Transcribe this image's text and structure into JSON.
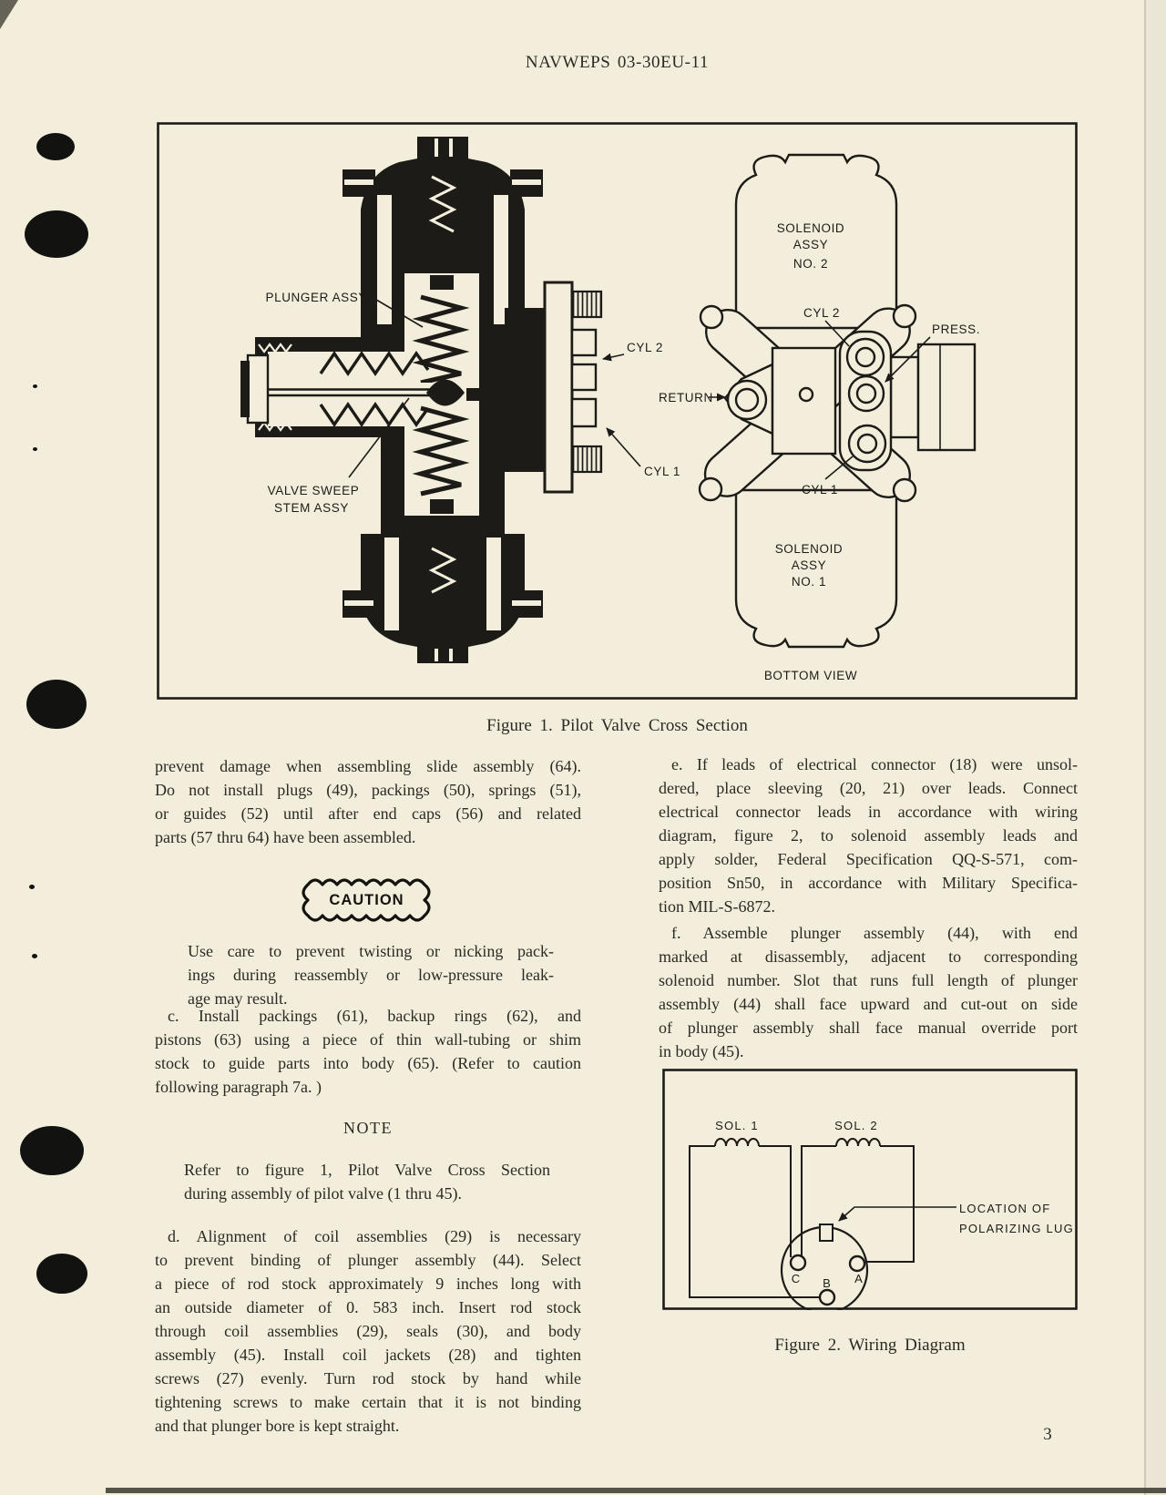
{
  "page": {
    "header": "NAVWEPS 03-30EU-11",
    "page_number": "3"
  },
  "figure1": {
    "caption": "Figure 1.  Pilot Valve Cross Section",
    "labels": {
      "plunger_assy": "PLUNGER ASSY",
      "valve_sweep_1": "VALVE SWEEP",
      "valve_sweep_2": "STEM ASSY",
      "cyl2_section": "CYL 2",
      "return": "RETURN",
      "cyl1_section": "CYL 1",
      "solenoid2_1": "SOLENOID",
      "solenoid2_2": "ASSY",
      "solenoid2_3": "NO. 2",
      "cyl2_bottom": "CYL 2",
      "press": "PRESS.",
      "cyl1_bottom": "CYL 1",
      "solenoid1_1": "SOLENOID",
      "solenoid1_2": "ASSY",
      "solenoid1_3": "NO. 1",
      "bottom_view": "BOTTOM VIEW"
    }
  },
  "content": {
    "left_column": {
      "para_intro": {
        "lines": [
          "prevent damage when assembling slide assembly (64).",
          "Do not install plugs (49), packings (50), springs (51),",
          "or guides (52) until after end caps (56) and related",
          "parts (57 thru 64) have been assembled."
        ]
      },
      "caution_label": "CAUTION",
      "caution_text": {
        "lines": [
          "Use care to prevent twisting or nicking pack-",
          "ings during reassembly or low-pressure leak-",
          "age may result."
        ]
      },
      "para_c": {
        "lines": [
          "c.  Install packings (61), backup rings (62), and",
          "pistons (63) using a piece of thin wall-tubing or shim",
          "stock to guide parts into body (65).  (Refer to caution",
          "following paragraph 7a. )"
        ]
      },
      "note_label": "NOTE",
      "note_text": {
        "lines": [
          "Refer to figure 1, Pilot Valve Cross Section",
          "during assembly of pilot valve (1 thru 45)."
        ]
      },
      "para_d": {
        "lines": [
          "d.  Alignment of coil assemblies (29) is necessary",
          "to prevent binding of plunger assembly (44).  Select",
          "a piece of rod stock approximately 9 inches long with",
          "an outside diameter of 0. 583 inch.  Insert rod stock",
          "through coil assemblies (29), seals (30), and body",
          "assembly (45).  Install coil jackets (28) and tighten",
          "screws (27) evenly.  Turn rod stock by hand while",
          "tightening screws to make certain that it is not binding",
          "and that plunger bore is kept straight."
        ]
      }
    },
    "right_column": {
      "para_e": {
        "lines": [
          "e.  If leads of electrical connector (18) were unsol-",
          "dered, place sleeving (20, 21) over leads.  Connect",
          "electrical connector leads in accordance with wiring",
          "diagram, figure 2, to solenoid assembly leads and",
          "apply solder, Federal Specification QQ-S-571, com-",
          "position Sn50, in accordance with Military Specifica-",
          "tion MIL-S-6872."
        ]
      },
      "para_f": {
        "lines": [
          "f.  Assemble plunger assembly (44), with end",
          "marked at disassembly, adjacent to corresponding",
          "solenoid number.  Slot that runs full length of plunger",
          "assembly (44) shall face upward and cut-out on side",
          "of plunger assembly shall face manual override port",
          "in body (45)."
        ]
      }
    }
  },
  "figure2": {
    "caption": "Figure 2.  Wiring Diagram",
    "labels": {
      "sol1": "SOL. 1",
      "sol2": "SOL. 2",
      "pin_c": "C",
      "pin_b": "B",
      "pin_a": "A",
      "polarizing_1": "LOCATION OF",
      "polarizing_2": "POLARIZING LUG"
    }
  }
}
